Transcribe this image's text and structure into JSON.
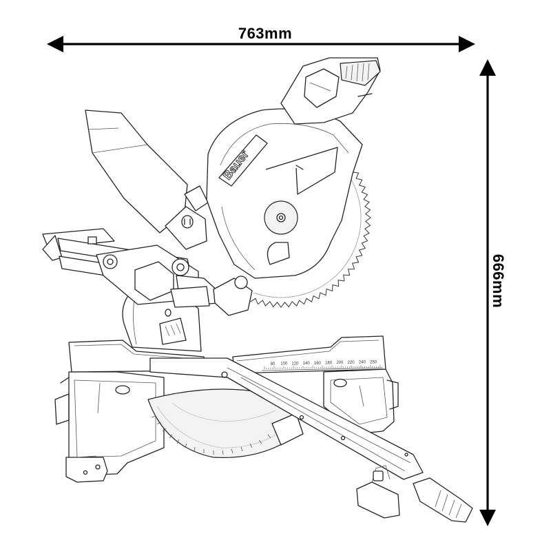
{
  "dimensions": {
    "width_label": "763mm",
    "height_label": "666mm"
  },
  "product": {
    "brand": "Bauer"
  },
  "fence_scale": {
    "labels": [
      "80",
      "100",
      "120",
      "140",
      "160",
      "180",
      "200",
      "220",
      "240",
      "250"
    ]
  },
  "colors": {
    "line": "#222222",
    "arrow": "#000000",
    "background": "#ffffff"
  }
}
